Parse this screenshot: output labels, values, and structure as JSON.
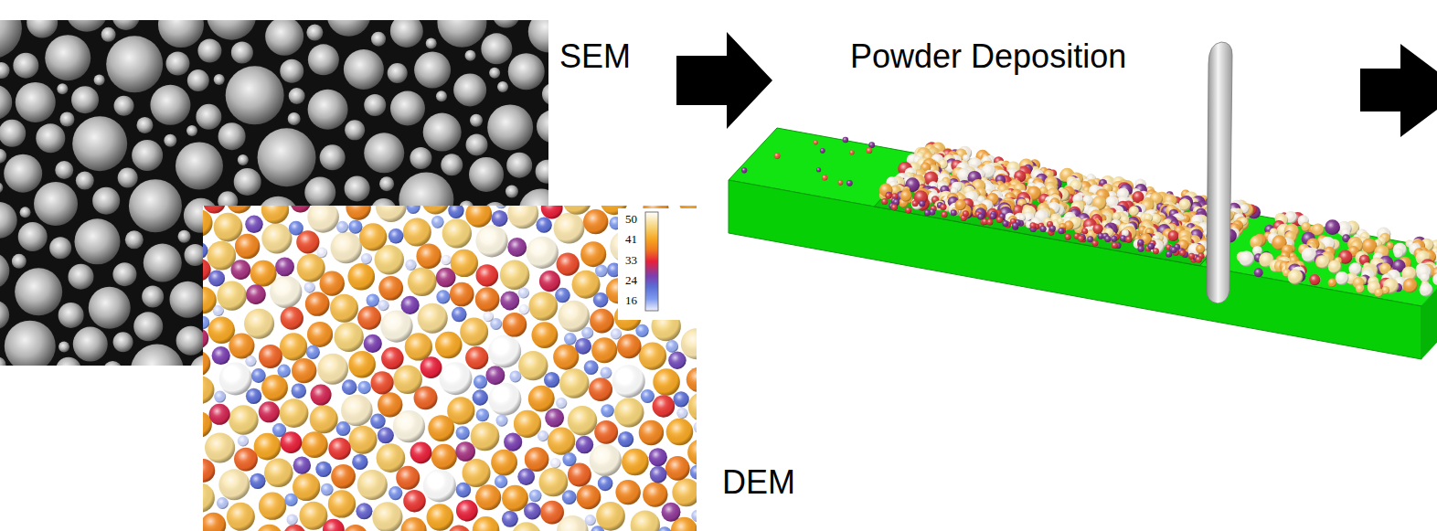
{
  "diagram": {
    "nodes": [
      {
        "text": [
          "SEM"
        ]
      },
      {
        "text": [
          "Powder Deposition"
        ]
      },
      {
        "text": [
          "DEM"
        ]
      }
    ],
    "edges": [
      {
        "from": 0,
        "to": 1,
        "arrow": "to"
      }
    ],
    "labels": [
      "50",
      "41",
      "33",
      "24",
      "16"
    ]
  }
}
